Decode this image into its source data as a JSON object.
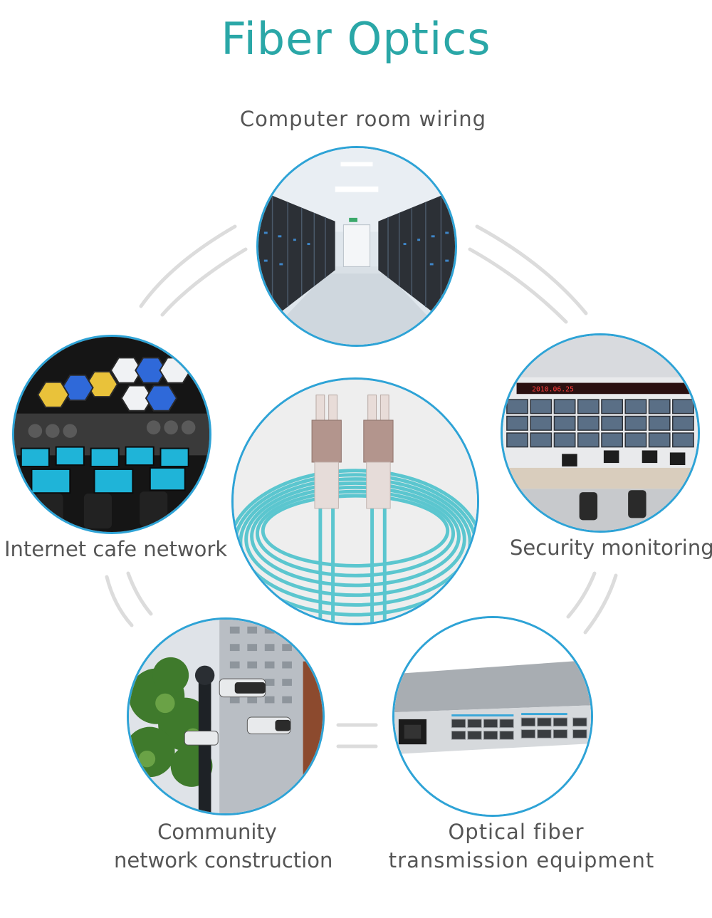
{
  "title": "Fiber Optics",
  "labels": {
    "computer_room": "Computer room wiring",
    "internet_cafe": "Internet cafe network",
    "security": "Security monitoring",
    "community_line1": "Community",
    "community_line2": "network construction",
    "optical_line1": "Optical fiber",
    "optical_line2": "transmission equipment"
  },
  "monitor_wall": {
    "date": "2010.06.25"
  },
  "colors": {
    "title": "#2aa7a7",
    "ring": "#2ea3d6",
    "cable": "#5bc6cf",
    "label": "#555555",
    "arc": "#dcdcdc"
  }
}
